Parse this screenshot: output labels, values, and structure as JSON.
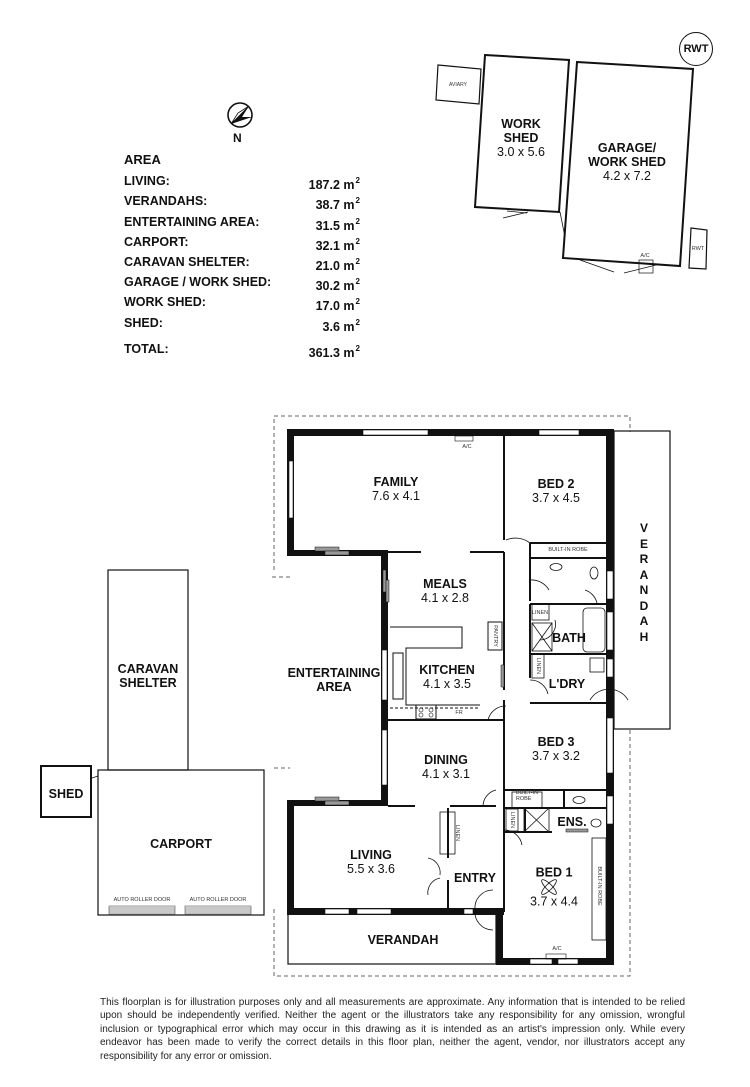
{
  "compass": {
    "label": "N"
  },
  "area_table": {
    "title": "AREA",
    "unit": "m",
    "rows": [
      {
        "label": "LIVING:",
        "value": "187.2"
      },
      {
        "label": "VERANDAHS:",
        "value": "38.7"
      },
      {
        "label": "ENTERTAINING AREA:",
        "value": "31.5"
      },
      {
        "label": "CARPORT:",
        "value": "32.1"
      },
      {
        "label": "CARAVAN SHELTER:",
        "value": "21.0"
      },
      {
        "label": "GARAGE / WORK SHED:",
        "value": "30.2"
      },
      {
        "label": "WORK SHED:",
        "value": "17.0"
      },
      {
        "label": "SHED:",
        "value": "3.6"
      }
    ],
    "total": {
      "label": "TOTAL:",
      "value": "361.3"
    }
  },
  "outbuildings": {
    "aviary": "AVIARY",
    "work_shed": {
      "name_line1": "WORK",
      "name_line2": "SHED",
      "dims": "3.0 x 5.6"
    },
    "garage": {
      "name_line1": "GARAGE/",
      "name_line2": "WORK SHED",
      "dims": "4.2 x 7.2"
    },
    "rwt_circle": "RWT",
    "rwt_box": "RWT",
    "ac": "A/C"
  },
  "rooms": {
    "family": {
      "name": "FAMILY",
      "dims": "7.6 x 4.1"
    },
    "bed2": {
      "name": "BED 2",
      "dims": "3.7 x 4.5"
    },
    "meals": {
      "name": "MEALS",
      "dims": "4.1 x 2.8"
    },
    "kitchen": {
      "name": "KITCHEN",
      "dims": "4.1 x 3.5"
    },
    "entertaining": {
      "name_line1": "ENTERTAINING",
      "name_line2": "AREA"
    },
    "bath": {
      "name": "BATH"
    },
    "laundry": {
      "name": "L'DRY"
    },
    "bed3": {
      "name": "BED 3",
      "dims": "3.7 x 3.2"
    },
    "dining": {
      "name": "DINING",
      "dims": "4.1 x 3.1"
    },
    "ensuite": {
      "name": "ENS."
    },
    "living": {
      "name": "LIVING",
      "dims": "5.5 x 3.6"
    },
    "entry": {
      "name": "ENTRY"
    },
    "bed1": {
      "name": "BED 1",
      "dims": "3.7 x 4.4"
    },
    "verandah_front": {
      "name": "VERANDAH"
    },
    "verandah_side": {
      "name": "VERANDAH"
    },
    "caravan": {
      "name_line1": "CARAVAN",
      "name_line2": "SHELTER"
    },
    "carport": {
      "name": "CARPORT"
    },
    "shed": {
      "name": "SHED"
    }
  },
  "fixtures": {
    "built_in_robe": "BUILT-IN ROBE",
    "built_in_robe_b3_l1": "BUILT-IN",
    "built_in_robe_b3_l2": "ROBE",
    "built_in_robe_b1": "BUILT-IN ROBE",
    "linen": "LINEN",
    "pantry": "PANTRY",
    "fridge": "FR",
    "ac": "A/C",
    "roller_door": "AUTO ROLLER DOOR"
  },
  "disclaimer": "This floorplan is for illustration purposes only and all measurements are approximate. Any information that is intended to be relied upon should be independently verified. Neither the agent or the illustrators take any responsibility for any omission, wrongful inclusion or typographical error which may occur in this drawing as it is intended as an artist's impression only. While every endeavor has been made to verify the correct details in this floor plan, neither the agent, vendor, nor illustrators accept any responsibility for any error or omission."
}
